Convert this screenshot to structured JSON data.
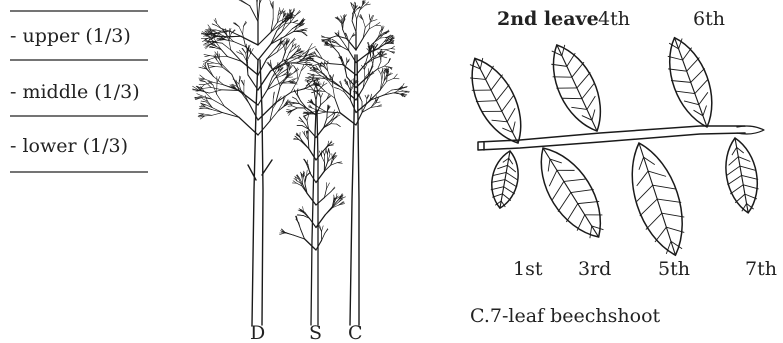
{
  "crown_scale": {
    "upper": "- upper (1/3)",
    "middle": "- middle (1/3)",
    "lower": "- lower (1/3)"
  },
  "trees": {
    "d": "D",
    "s": "S",
    "c": "C"
  },
  "shoot": {
    "upper_labels": [
      "2nd leave",
      "4th",
      "6th"
    ],
    "lower_labels": [
      "1st",
      "3rd",
      "5th",
      "7th"
    ],
    "caption": "C.7-leaf  beechshoot"
  }
}
